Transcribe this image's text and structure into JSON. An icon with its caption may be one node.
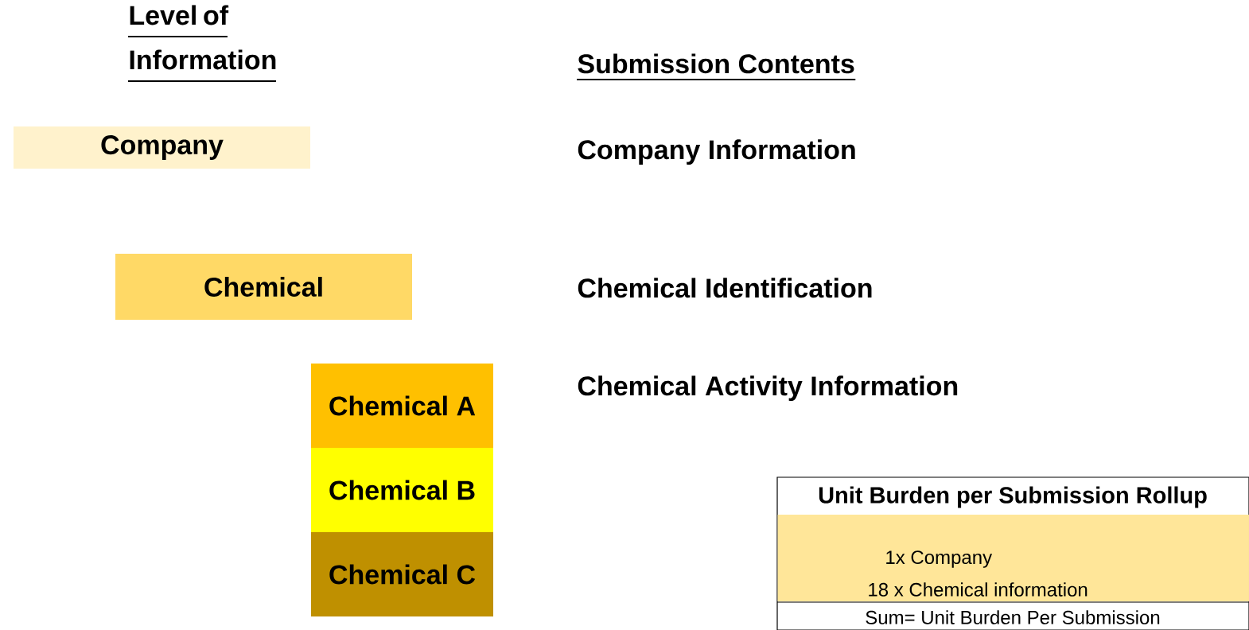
{
  "diagram": {
    "nodes": [
      {
        "text": [
          "Company"
        ]
      },
      {
        "text": [
          "Chemical"
        ]
      },
      {
        "text": [
          "Chemical A"
        ]
      },
      {
        "text": [
          "Chemical B"
        ]
      },
      {
        "text": [
          "Chemical C"
        ]
      },
      {
        "text": [
          "Unit Burden per Submission Rollup",
          "1x Company",
          "18 x Chemical information",
          "Sum= Unit Burden Per Submission"
        ]
      }
    ],
    "labels": [
      "Level of Information",
      "Submission Contents",
      "Company Information",
      "Chemical Identification",
      "Chemical Activity Information"
    ]
  }
}
